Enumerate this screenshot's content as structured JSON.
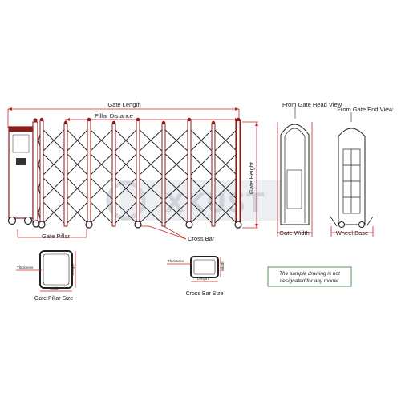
{
  "labels": {
    "gate_length": "Gate  Length",
    "pillar_distance": "Pillar  Distance",
    "gate_height": "Gate  Height",
    "gate_pillar": "Gate Pillar",
    "cross_bar": "Cross Bar",
    "from_head_view": "From Gate Head View",
    "from_end_view": "From Gate End View",
    "gate_width": "Gate  Width",
    "wheel_base": "Wheel Base",
    "pillar_thickness": "Thickness",
    "pillar_length": "Length",
    "pillar_width": "Width",
    "pillar_caption": "Gate Pillar Size",
    "cb_thickness": "Thickness",
    "cb_length": "Length",
    "cb_width": "Width",
    "crossbar_caption": "Cross Bar Size",
    "note_line1": "The sample drawing is not",
    "note_line2": "designated for any model.",
    "watermark": "XKUST"
  },
  "colors": {
    "frame": "#8b1c1c",
    "line": "#222222",
    "dim": "#c62828",
    "note_border": "#2e7d32"
  }
}
